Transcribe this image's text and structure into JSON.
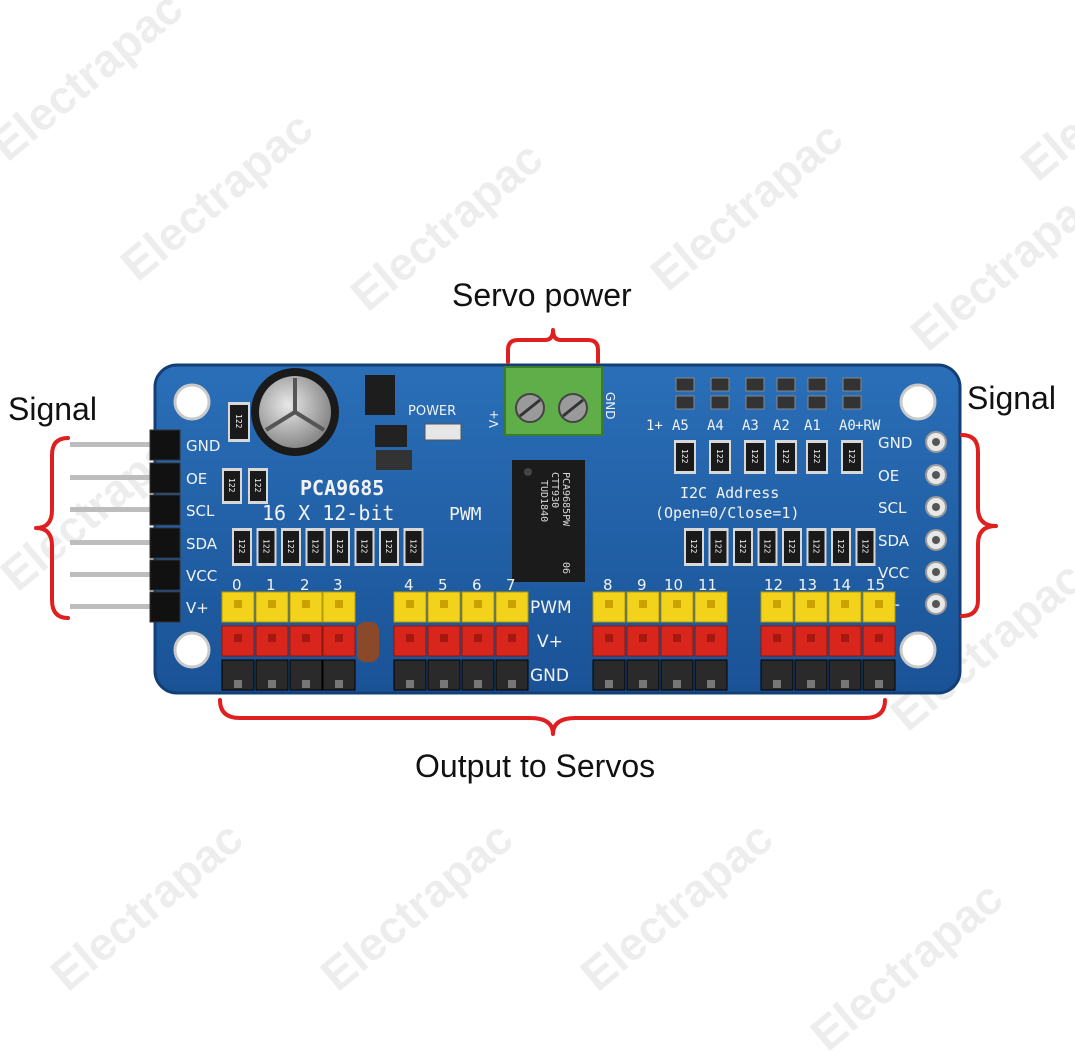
{
  "watermark": "Electrapac",
  "annotations": {
    "servo_power": "Servo power",
    "signal_left": "Signal",
    "signal_right": "Signal",
    "output_to_servos": "Output to Servos"
  },
  "board": {
    "name": "PCA9685",
    "spec": "16 X 12-bit",
    "pwm_label": "PWM",
    "power_label": "POWER",
    "terminal_plus": "V+",
    "terminal_gnd": "GND",
    "chip_lines": [
      "PCA9685PW",
      "CTT930",
      "TUD1840",
      "06"
    ],
    "i2c_title": "I2C Address",
    "i2c_rule": "(Open=0/Close=1)",
    "address_labels": [
      "A5",
      "A4",
      "A3",
      "A2",
      "A1",
      "A0"
    ],
    "address_prefix": "1+",
    "address_suffix": "+RW",
    "resistor_code": "122",
    "header_labels": [
      "GND",
      "OE",
      "SCL",
      "SDA",
      "VCC",
      "V+"
    ],
    "channel_numbers": [
      "0",
      "1",
      "2",
      "3",
      "4",
      "5",
      "6",
      "7",
      "8",
      "9",
      "10",
      "11",
      "12",
      "13",
      "14",
      "15"
    ],
    "row_labels": [
      "PWM",
      "V+",
      "GND"
    ]
  },
  "colors": {
    "pcb": "#1e5fa6",
    "pin_signal": "#f2d21a",
    "pin_power": "#d9261c",
    "pin_ground": "#2a2a2a",
    "terminal": "#5fae4a",
    "bracket": "#e02020"
  }
}
